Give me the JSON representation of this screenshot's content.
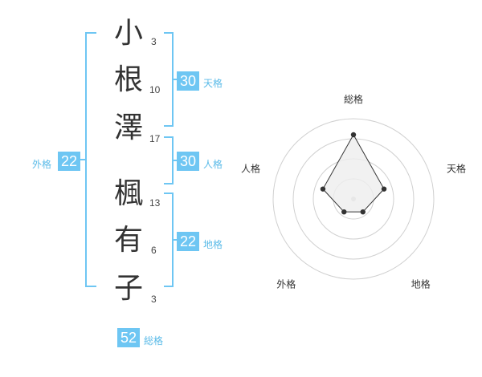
{
  "name": {
    "chars": [
      {
        "char": "小",
        "strokes": "3"
      },
      {
        "char": "根",
        "strokes": "10"
      },
      {
        "char": "澤",
        "strokes": "17"
      },
      {
        "char": "楓",
        "strokes": "13"
      },
      {
        "char": "有",
        "strokes": "6"
      },
      {
        "char": "子",
        "strokes": "3"
      }
    ]
  },
  "fortune": {
    "tenkaku": {
      "value": "30",
      "label": "天格"
    },
    "jinkaku": {
      "value": "30",
      "label": "人格"
    },
    "chikaku": {
      "value": "22",
      "label": "地格"
    },
    "gaikaku": {
      "value": "22",
      "label": "外格"
    },
    "soukaku": {
      "value": "52",
      "label": "総格"
    }
  },
  "chart_data": {
    "type": "radar",
    "axes": [
      "総格",
      "天格",
      "地格",
      "外格",
      "人格"
    ],
    "values": [
      4,
      2,
      1,
      1,
      2
    ],
    "max": 5,
    "rings": 4,
    "colors": {
      "grid": "#d0d0d0",
      "fill": "#eeeeee",
      "line": "#333333",
      "point": "#333333",
      "center": "#cccccc"
    }
  },
  "colors": {
    "accent": "#6ec6f3",
    "label": "#5bbbe8"
  }
}
